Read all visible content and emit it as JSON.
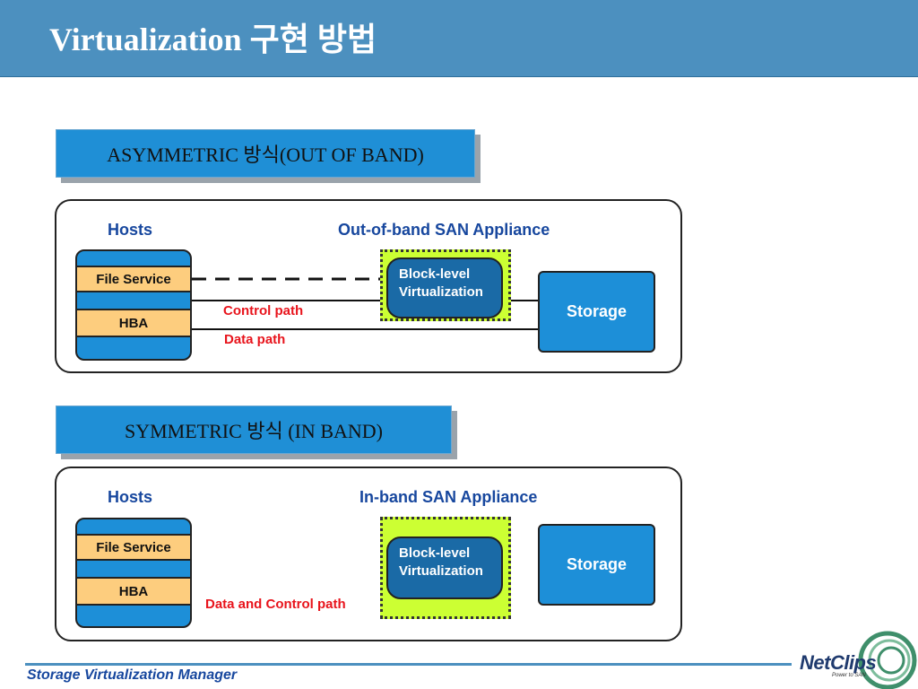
{
  "header": {
    "title": "Virtualization 구현 방법",
    "bg_color": "#4c90bf"
  },
  "sections": [
    {
      "heading": "ASYMMETRIC 방식(OUT OF BAND)",
      "hosts_label": "Hosts",
      "appliance_label": "Out-of-band SAN Appliance",
      "host_service": "File Service",
      "host_adapter": "HBA",
      "virtualization_label": "Block-level\nVirtualization",
      "storage_label": "Storage",
      "paths": [
        "Control path",
        "Data path"
      ]
    },
    {
      "heading": "SYMMETRIC 방식 (IN BAND)",
      "hosts_label": "Hosts",
      "appliance_label": "In-band SAN Appliance",
      "host_service": "File Service",
      "host_adapter": "HBA",
      "virtualization_label": "Block-level\nVirtualization",
      "storage_label": "Storage",
      "paths": [
        "Data and Control path"
      ]
    }
  ],
  "footer": {
    "title": "Storage Virtualization Manager",
    "logo_text": "NetClips",
    "logo_tagline": "Power to SAN"
  },
  "colors": {
    "heading_box": "#1f8fd6",
    "appliance_fill": "#ccff33",
    "virtualization_fill": "#1a6aa6",
    "storage_fill": "#1d8fd8",
    "host_row_fill": "#fdcd7e",
    "label_blue": "#17479e",
    "path_red": "#e8141c"
  }
}
